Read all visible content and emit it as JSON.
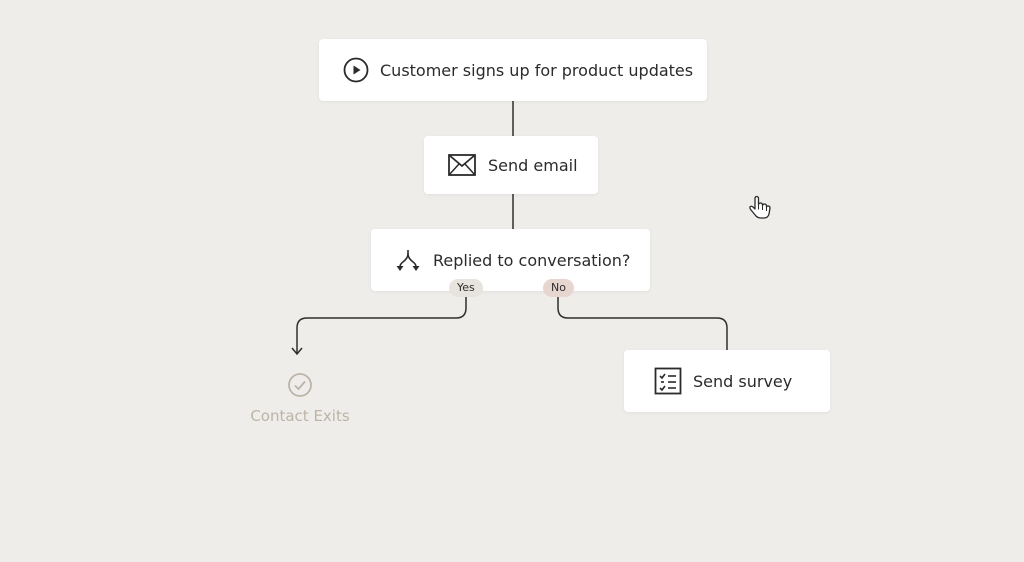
{
  "workflow": {
    "trigger": {
      "label": "Customer signs up for product updates",
      "icon": "play-circle-icon"
    },
    "email_step": {
      "label": "Send email",
      "icon": "envelope-icon"
    },
    "condition": {
      "label": "Replied to conversation?",
      "icon": "split-arrows-icon",
      "yes_label": "Yes",
      "no_label": "No"
    },
    "exit": {
      "label": "Contact Exits",
      "icon": "check-circle-icon"
    },
    "survey_step": {
      "label": "Send survey",
      "icon": "checklist-icon"
    }
  },
  "colors": {
    "background": "#efedea",
    "node_background": "#ffffff",
    "connector": "#2e2e2e",
    "yes_pill": "#e6e4dd",
    "no_pill": "#e6d6cf",
    "exit_muted": "#bbb4a7"
  }
}
